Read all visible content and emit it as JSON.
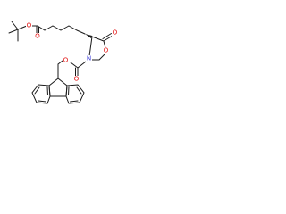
{
  "molecule": {
    "atom_labels": {
      "ester_o_single": "O",
      "ester_o_double": "O",
      "ring_o": "O",
      "ring_c_o": "O",
      "ring_n": "N",
      "carbamate_o_single": "O",
      "carbamate_o_double": "O"
    },
    "colors": {
      "bond": "#1a1a1a",
      "oxygen": "#e00000",
      "nitrogen": "#2a2ad8",
      "background": "#ffffff"
    }
  }
}
